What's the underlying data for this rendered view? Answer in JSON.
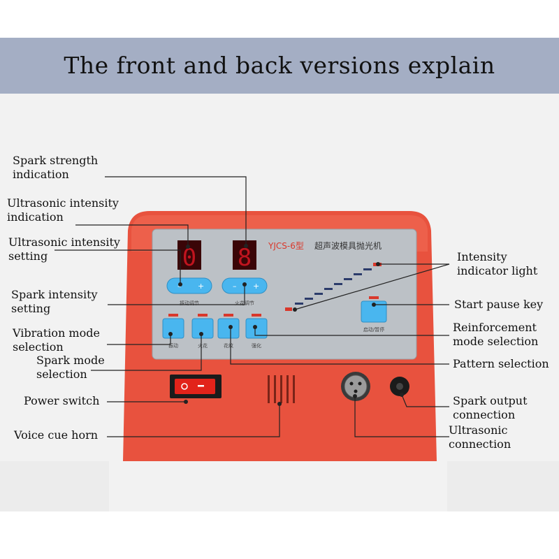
{
  "header": {
    "title": "The front and back versions explain"
  },
  "device": {
    "model_label": "YJCS-6型",
    "name_label": "超声波模具抛光机",
    "display_left_digit": "0",
    "display_right_digit": "8",
    "knob_left_label": "振动调节",
    "knob_right_label": "火花调节",
    "start_key_label": "启动/暂停",
    "mode_labels": [
      "振动",
      "火花",
      "花纹",
      "强化"
    ],
    "colors": {
      "body": "#e8523e",
      "face": "#bcc1c6",
      "button": "#49b6ef",
      "led": "#d9382b",
      "display": "#c0141e"
    }
  },
  "callouts": [
    {
      "id": "spark-strength-indication",
      "text": "Spark strength\nindication"
    },
    {
      "id": "ultrasonic-intensity-indication",
      "text": "Ultrasonic intensity\nindication"
    },
    {
      "id": "ultrasonic-intensity-setting",
      "text": "Ultrasonic intensity\nsetting"
    },
    {
      "id": "spark-intensity-setting",
      "text": "Spark intensity\nsetting"
    },
    {
      "id": "vibration-mode-selection",
      "text": "Vibration mode\nselection"
    },
    {
      "id": "spark-mode-selection",
      "text": "Spark mode\nselection"
    },
    {
      "id": "power-switch",
      "text": "Power switch"
    },
    {
      "id": "voice-cue-horn",
      "text": "Voice cue horn"
    },
    {
      "id": "intensity-indicator-light",
      "text": "Intensity\nindicator light"
    },
    {
      "id": "start-pause-key",
      "text": "Start pause key"
    },
    {
      "id": "reinforcement-mode-selection",
      "text": "Reinforcement\nmode selection"
    },
    {
      "id": "pattern-selection",
      "text": "Pattern selection"
    },
    {
      "id": "spark-output-connection",
      "text": "Spark output\nconnection"
    },
    {
      "id": "ultrasonic-connection",
      "text": "Ultrasonic\nconnection"
    }
  ]
}
